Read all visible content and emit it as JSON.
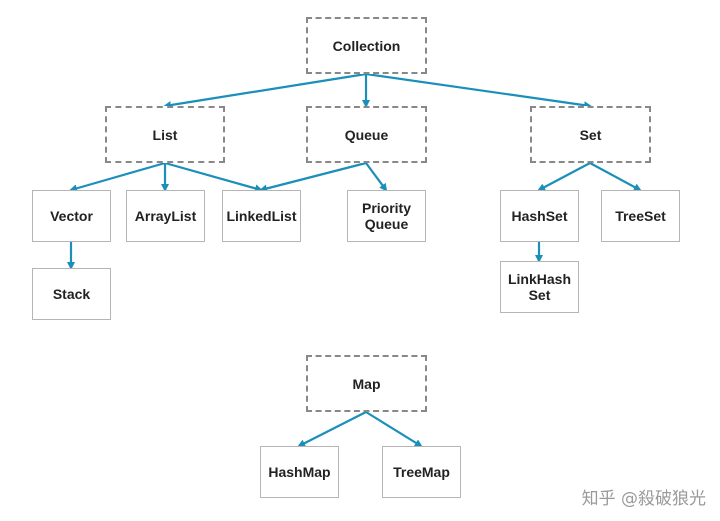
{
  "colors": {
    "arrow": "#1a8fb9",
    "dashed_border": "#888888",
    "solid_border": "#b5b5b5",
    "text": "#222222",
    "watermark": "#9a9a9a"
  },
  "nodes": {
    "collection": "Collection",
    "list": "List",
    "queue": "Queue",
    "set": "Set",
    "vector": "Vector",
    "arraylist": "ArrayList",
    "linkedlist": "LinkedList",
    "priority_queue": "Priority Queue",
    "hashset": "HashSet",
    "treeset": "TreeSet",
    "stack": "Stack",
    "linkhashset": "LinkHash Set",
    "map": "Map",
    "hashmap": "HashMap",
    "treemap": "TreeMap"
  },
  "edges": [
    [
      "collection",
      "list"
    ],
    [
      "collection",
      "queue"
    ],
    [
      "collection",
      "set"
    ],
    [
      "list",
      "vector"
    ],
    [
      "list",
      "arraylist"
    ],
    [
      "list",
      "linkedlist"
    ],
    [
      "queue",
      "linkedlist"
    ],
    [
      "queue",
      "priority_queue"
    ],
    [
      "set",
      "hashset"
    ],
    [
      "set",
      "treeset"
    ],
    [
      "vector",
      "stack"
    ],
    [
      "hashset",
      "linkhashset"
    ],
    [
      "map",
      "hashmap"
    ],
    [
      "map",
      "treemap"
    ]
  ],
  "watermark": "知乎 @殺破狼光"
}
